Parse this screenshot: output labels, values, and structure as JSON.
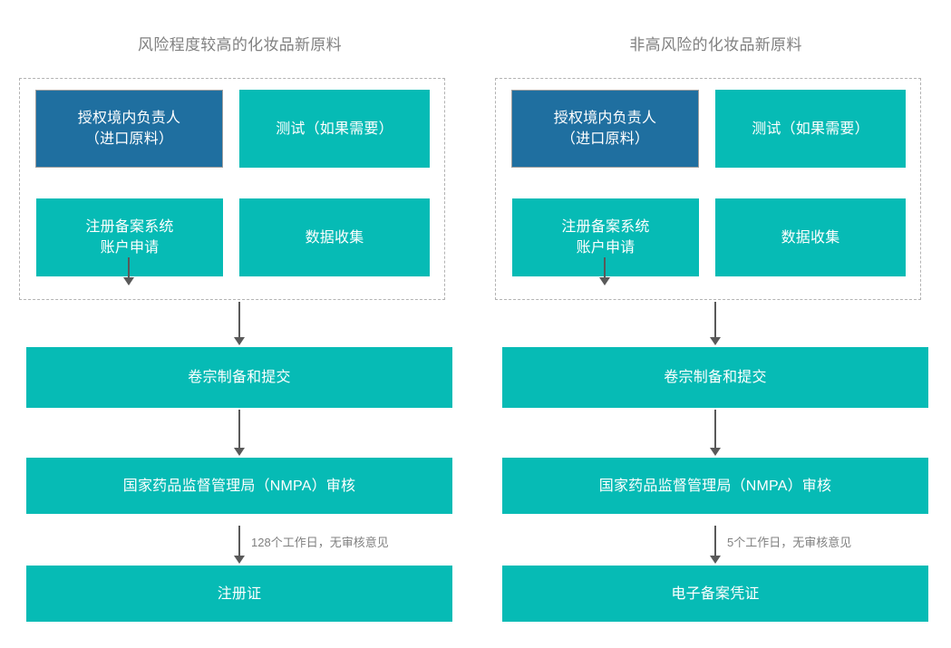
{
  "diagram": {
    "type": "flowchart",
    "orientation": "two-column-parallel",
    "accent_teal": "#06BBB5",
    "accent_blue": "#1F6FA0",
    "arrow_color": "#595959",
    "title_color": "#808080",
    "dashed_border_color": "#b3b3b3",
    "columns": [
      {
        "id": "high-risk",
        "title": "风险程度较高的化妆品新原料",
        "preparation_group": {
          "nodes": [
            {
              "label": "授权境内负责人\n（进口原料）",
              "style": "blue"
            },
            {
              "label": "测试（如果需要）",
              "style": "teal"
            },
            {
              "label": "注册备案系统\n账户申请",
              "style": "teal"
            },
            {
              "label": "数据收集",
              "style": "teal"
            }
          ]
        },
        "steps": [
          {
            "label": "卷宗制备和提交",
            "style": "teal"
          },
          {
            "label": "国家药品监督管理局（NMPA）审核",
            "style": "teal"
          },
          {
            "label": "注册证",
            "style": "teal"
          }
        ],
        "review_note": "128个工作日，无审核意见"
      },
      {
        "id": "non-high-risk",
        "title": "非高风险的化妆品新原料",
        "preparation_group": {
          "nodes": [
            {
              "label": "授权境内负责人\n（进口原料）",
              "style": "blue"
            },
            {
              "label": "测试（如果需要）",
              "style": "teal"
            },
            {
              "label": "注册备案系统\n账户申请",
              "style": "teal"
            },
            {
              "label": "数据收集",
              "style": "teal"
            }
          ]
        },
        "steps": [
          {
            "label": "卷宗制备和提交",
            "style": "teal"
          },
          {
            "label": "国家药品监督管理局（NMPA）审核",
            "style": "teal"
          },
          {
            "label": "电子备案凭证",
            "style": "teal"
          }
        ],
        "review_note": "5个工作日，无审核意见"
      }
    ]
  }
}
